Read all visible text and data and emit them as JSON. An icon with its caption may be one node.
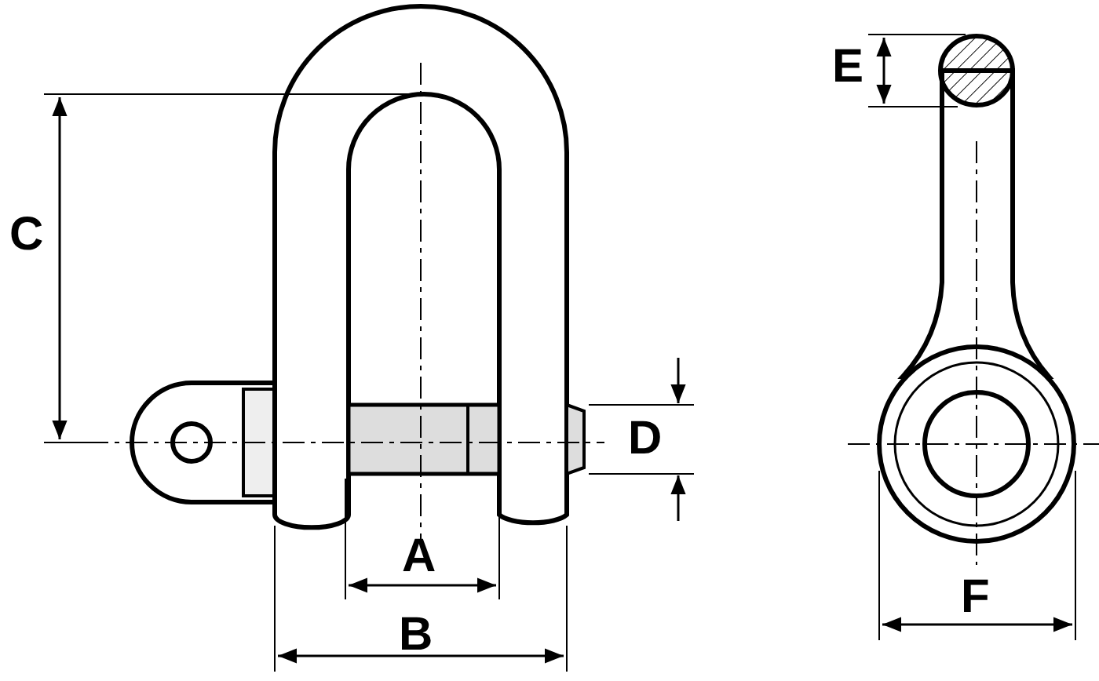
{
  "diagram": {
    "labels": [
      "E",
      "C",
      "D",
      "A",
      "F",
      "B"
    ]
  }
}
